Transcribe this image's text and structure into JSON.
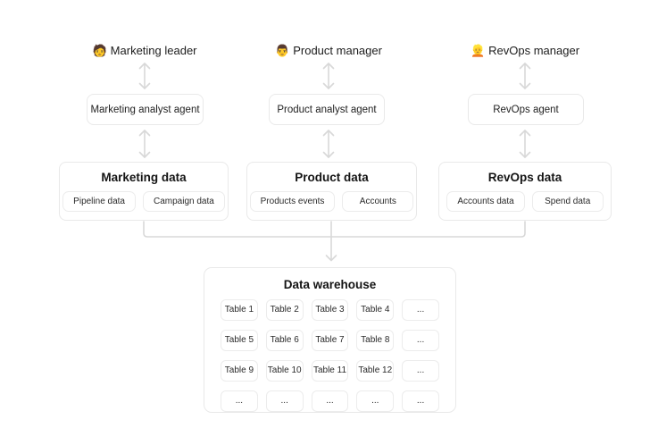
{
  "palette": {
    "background": "#ffffff",
    "box_border": "#e9e9e9",
    "chip_border": "#ececec",
    "arrow": "#d8d8d8",
    "text": "#1c1c1c"
  },
  "columns": [
    {
      "persona": {
        "emoji": "🧑",
        "label": "Marketing leader"
      },
      "agent_label": "Marketing analyst agent",
      "data_box": {
        "title": "Marketing data",
        "chips": [
          "Pipeline data",
          "Campaign data"
        ]
      }
    },
    {
      "persona": {
        "emoji": "👨",
        "label": "Product manager"
      },
      "agent_label": "Product analyst agent",
      "data_box": {
        "title": "Product data",
        "chips": [
          "Products events",
          "Accounts"
        ]
      }
    },
    {
      "persona": {
        "emoji": "👱",
        "label": "RevOps manager"
      },
      "agent_label": "RevOps agent",
      "data_box": {
        "title": "RevOps data",
        "chips": [
          "Accounts data",
          "Spend data"
        ]
      }
    }
  ],
  "warehouse": {
    "title": "Data warehouse",
    "rows": [
      [
        "Table 1",
        "Table 2",
        "Table 3",
        "Table 4",
        "..."
      ],
      [
        "Table 5",
        "Table 6",
        "Table 7",
        "Table 8",
        "..."
      ],
      [
        "Table 9",
        "Table 10",
        "Table 11",
        "Table 12",
        "..."
      ],
      [
        "...",
        "...",
        "...",
        "...",
        "..."
      ]
    ]
  }
}
